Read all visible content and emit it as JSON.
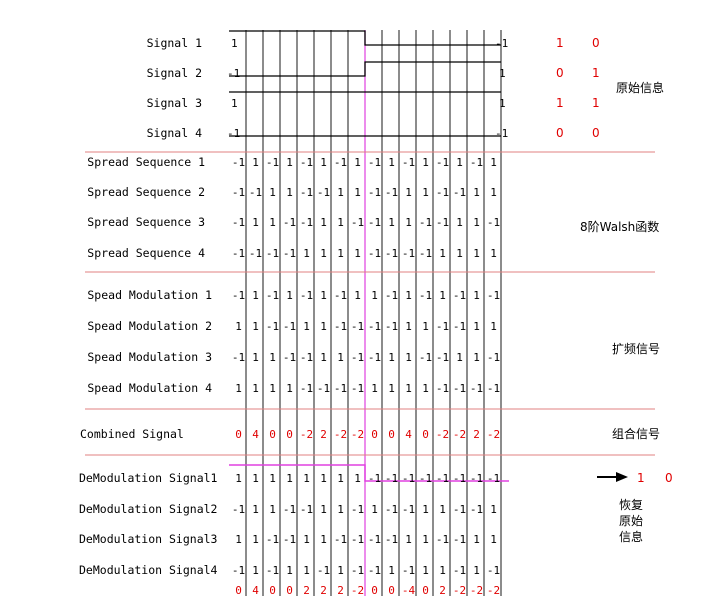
{
  "colors": {
    "text": "#000000",
    "accent": "#e00000",
    "magenta": "#e040e0",
    "separator": "#e08080"
  },
  "original": {
    "labels": [
      "Signal 1",
      "Signal 2",
      "Signal 3",
      "Signal 4"
    ],
    "start_values": [
      "1",
      "-1",
      "1",
      "-1"
    ],
    "end_values": [
      "-1",
      "1",
      "1",
      "-1"
    ],
    "bits": [
      [
        "1",
        "0"
      ],
      [
        "0",
        "1"
      ],
      [
        "1",
        "1"
      ],
      [
        "0",
        "0"
      ]
    ],
    "section_title": "原始信息"
  },
  "spread": {
    "labels": [
      "Spread Sequence 1",
      "Spread Sequence 2",
      "Spread Sequence 3",
      "Spread Sequence 4"
    ],
    "rows": [
      [
        "-1",
        "1",
        "-1",
        "1",
        "-1",
        "1",
        "-1",
        "1",
        "-1",
        "1",
        "-1",
        "1",
        "-1",
        "1",
        "-1",
        "1"
      ],
      [
        "-1",
        "-1",
        "1",
        "1",
        "-1",
        "-1",
        "1",
        "1",
        "-1",
        "-1",
        "1",
        "1",
        "-1",
        "-1",
        "1",
        "1"
      ],
      [
        "-1",
        "1",
        "1",
        "-1",
        "-1",
        "1",
        "1",
        "-1",
        "-1",
        "1",
        "1",
        "-1",
        "-1",
        "1",
        "1",
        "-1"
      ],
      [
        "-1",
        "-1",
        "-1",
        "-1",
        "1",
        "1",
        "1",
        "1",
        "-1",
        "-1",
        "-1",
        "-1",
        "1",
        "1",
        "1",
        "1"
      ]
    ],
    "section_title": "8阶Walsh函数"
  },
  "modulation": {
    "labels": [
      "Spead Modulation 1",
      "Spead Modulation 2",
      "Spead Modulation 3",
      "Spead Modulation 4"
    ],
    "rows": [
      [
        "-1",
        "1",
        "-1",
        "1",
        "-1",
        "1",
        "-1",
        "1",
        "1",
        "-1",
        "1",
        "-1",
        "1",
        "-1",
        "1",
        "-1"
      ],
      [
        "1",
        "1",
        "-1",
        "-1",
        "1",
        "1",
        "-1",
        "-1",
        "-1",
        "-1",
        "1",
        "1",
        "-1",
        "-1",
        "1",
        "1"
      ],
      [
        "-1",
        "1",
        "1",
        "-1",
        "-1",
        "1",
        "1",
        "-1",
        "-1",
        "1",
        "1",
        "-1",
        "-1",
        "1",
        "1",
        "-1"
      ],
      [
        "1",
        "1",
        "1",
        "1",
        "-1",
        "-1",
        "-1",
        "-1",
        "1",
        "1",
        "1",
        "1",
        "-1",
        "-1",
        "-1",
        "-1"
      ]
    ],
    "section_title": "扩频信号"
  },
  "combined": {
    "label": "Combined Signal",
    "values": [
      "0",
      "4",
      "0",
      "0",
      "-2",
      "2",
      "-2",
      "-2",
      "0",
      "0",
      "4",
      "0",
      "-2",
      "-2",
      "2",
      "-2"
    ],
    "section_title": "组合信号"
  },
  "demodulation": {
    "labels": [
      "DeModulation Signal1",
      "DeModulation Signal2",
      "DeModulation Signal3",
      "DeModulation Signal4"
    ],
    "rows": [
      [
        "1",
        "1",
        "1",
        "1",
        "1",
        "1",
        "1",
        "1",
        "-1",
        "-1",
        "-1",
        "-1",
        "-1",
        "-1",
        "-1",
        "-1"
      ],
      [
        "-1",
        "1",
        "1",
        "-1",
        "-1",
        "1",
        "1",
        "-1",
        "1",
        "-1",
        "-1",
        "1",
        "1",
        "-1",
        "-1",
        "1"
      ],
      [
        "1",
        "1",
        "-1",
        "-1",
        "1",
        "1",
        "-1",
        "-1",
        "-1",
        "-1",
        "1",
        "1",
        "-1",
        "-1",
        "1",
        "1"
      ],
      [
        "-1",
        "1",
        "-1",
        "1",
        "1",
        "-1",
        "1",
        "-1",
        "-1",
        "1",
        "-1",
        "1",
        "1",
        "-1",
        "1",
        "-1"
      ]
    ],
    "bottom_values": [
      "0",
      "4",
      "0",
      "0",
      "2",
      "2",
      "2",
      "-2",
      "0",
      "0",
      "-4",
      "0",
      "2",
      "-2",
      "-2",
      "-2"
    ],
    "recovered_bits": [
      "1",
      "0"
    ],
    "arrow_icon": "right-arrow-icon",
    "section_title": "恢复原始信息"
  }
}
